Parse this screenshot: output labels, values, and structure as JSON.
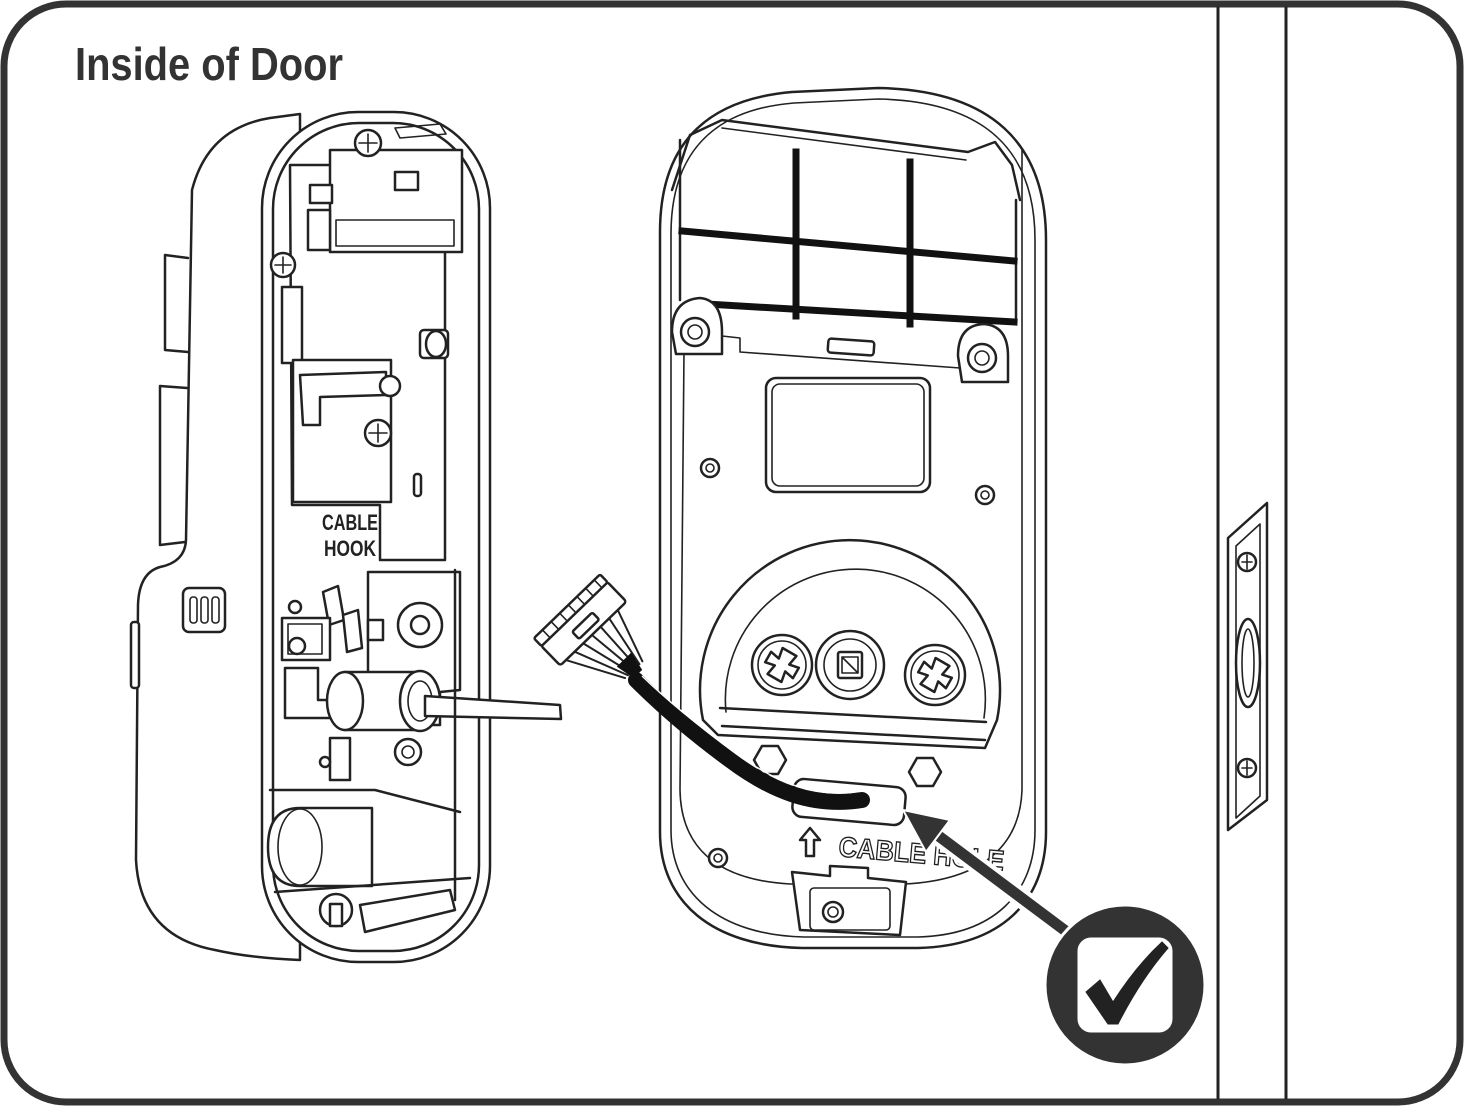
{
  "title": "Inside of Door",
  "interior_unit": {
    "cable_hook_label": [
      "CABLE",
      "HOOK"
    ]
  },
  "mounting_plate": {
    "cable_hole_label": "CABLE HOLE"
  },
  "icons": [
    "screw-icon",
    "up-arrow-icon",
    "pointer-arrow-icon",
    "check-icon"
  ],
  "colors": {
    "line": "#222222",
    "frame": "#333333",
    "badge": "#333333",
    "background": "#ffffff"
  }
}
